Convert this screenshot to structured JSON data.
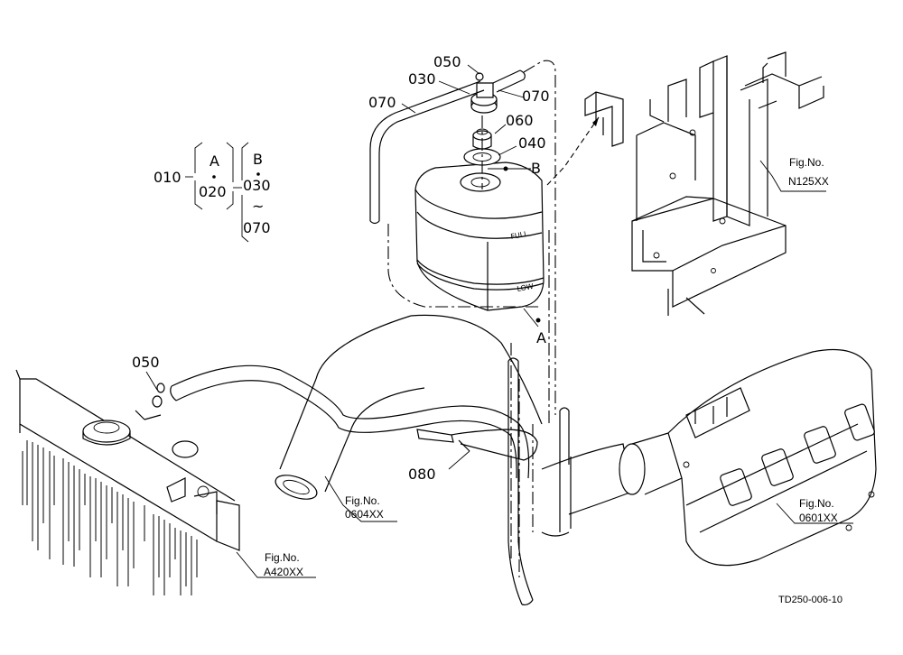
{
  "parts": {
    "p050_top": "050",
    "p030_top": "030",
    "p070_left": "070",
    "p070_right": "070",
    "p060": "060",
    "p040": "040",
    "p050_rad": "050",
    "p080": "080"
  },
  "callouts": {
    "b_tank": "B",
    "a_tank": "A"
  },
  "tank_marks": {
    "full": "FULL",
    "low": "LOW"
  },
  "legend": {
    "p010": "010",
    "a": "A",
    "p020": "020",
    "b": "B",
    "p030": "030",
    "tilde": "~",
    "p070": "070"
  },
  "figrefs": {
    "n125_label": "Fig.No.",
    "n125_code": "N125XX",
    "f0604_label": "Fig.No.",
    "f0604_code": "0604XX",
    "f0601_label": "Fig.No.",
    "f0601_code": "0601XX",
    "a420_label": "Fig.No.",
    "a420_code": "A420XX"
  },
  "drawing_code": "TD250-006-10"
}
